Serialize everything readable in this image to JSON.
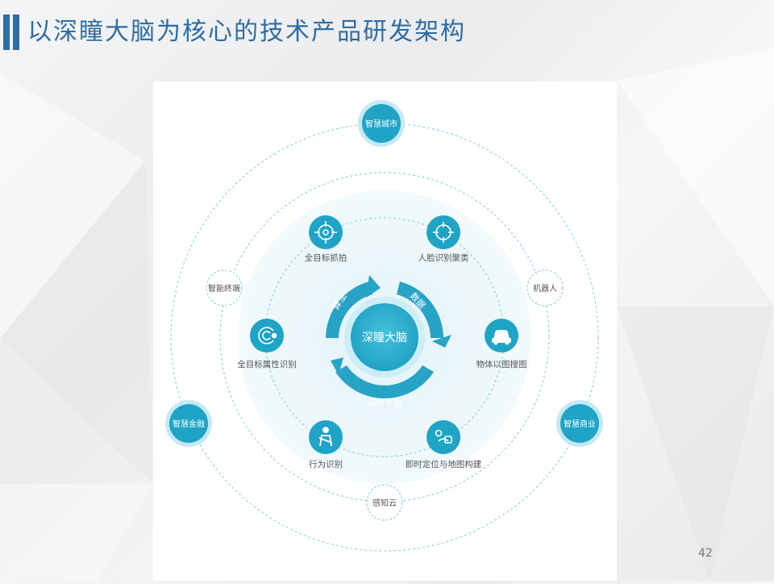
{
  "slide": {
    "title": "以深瞳大脑为核心的技术产品研发架构",
    "page_number": "42"
  },
  "colors": {
    "title": "#2e6da4",
    "accent": "#1fa4c6",
    "accent_dark": "#2a8fb0",
    "ring": "#7dcde0"
  },
  "diagram": {
    "core": "深瞳大脑",
    "core_arcs": [
      "算法",
      "数据",
      "训练平台"
    ],
    "capabilities": [
      {
        "label": "全目标抓拍",
        "icon": "crosshair-icon"
      },
      {
        "label": "人脸识别聚类",
        "icon": "target-icon"
      },
      {
        "label": "全目标属性识别",
        "icon": "radar-icon"
      },
      {
        "label": "物体以图搜图",
        "icon": "car-icon"
      },
      {
        "label": "行为识别",
        "icon": "seatbelt-icon"
      },
      {
        "label": "即时定位与地图构建",
        "icon": "route-icon"
      }
    ],
    "middle_nodes": [
      "智能终端",
      "机器人",
      "感知云"
    ],
    "outer_nodes": [
      "智慧城市",
      "智慧金融",
      "智慧商业"
    ]
  }
}
